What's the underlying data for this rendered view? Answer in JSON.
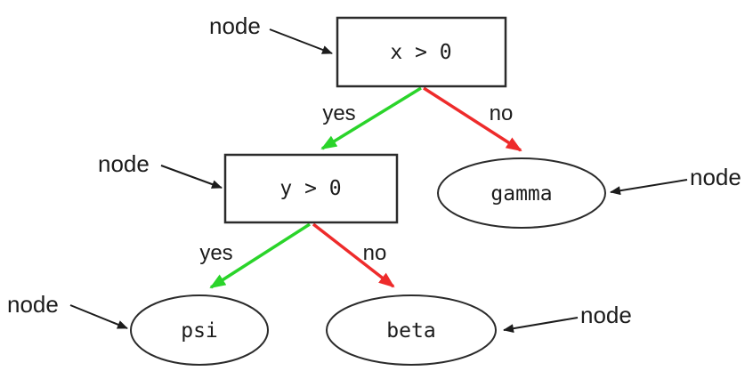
{
  "diagram": {
    "type": "decision-tree",
    "colors": {
      "background": "#ffffff",
      "yes_edge": "#2ad42a",
      "no_edge": "#ee2b2b",
      "outline": "#2b2b2b",
      "text": "#1c1c1c"
    },
    "nodes": {
      "root": {
        "label": "x > 0",
        "shape": "rectangle"
      },
      "inner": {
        "label": "y > 0",
        "shape": "rectangle"
      },
      "gamma": {
        "label": "gamma",
        "shape": "ellipse"
      },
      "psi": {
        "label": "psi",
        "shape": "ellipse"
      },
      "beta": {
        "label": "beta",
        "shape": "ellipse"
      }
    },
    "edges": [
      {
        "from": "x > 0",
        "to": "y > 0",
        "label": "yes",
        "color": "#2ad42a"
      },
      {
        "from": "x > 0",
        "to": "gamma",
        "label": "no",
        "color": "#ee2b2b"
      },
      {
        "from": "y > 0",
        "to": "psi",
        "label": "yes",
        "color": "#2ad42a"
      },
      {
        "from": "y > 0",
        "to": "beta",
        "label": "no",
        "color": "#ee2b2b"
      }
    ],
    "annotations": [
      {
        "label": "node",
        "target": "root"
      },
      {
        "label": "node",
        "target": "inner"
      },
      {
        "label": "node",
        "target": "gamma"
      },
      {
        "label": "node",
        "target": "psi"
      },
      {
        "label": "node",
        "target": "beta"
      }
    ]
  }
}
